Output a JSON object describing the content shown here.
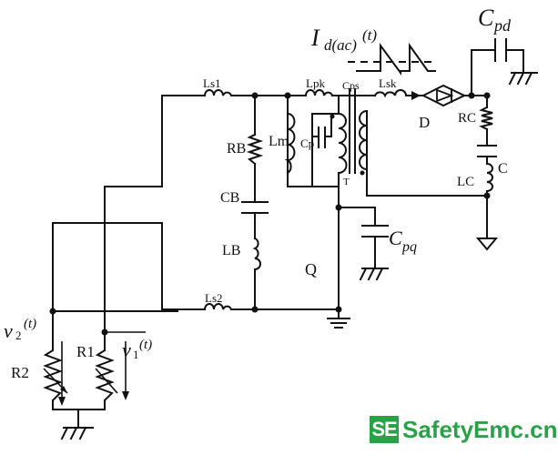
{
  "labels": {
    "i_d": "I",
    "i_d_sub": "d(ac)",
    "i_d_t": "(t)",
    "c_pd": "C",
    "c_pd_sub": "pd",
    "c_pq": "C",
    "c_pq_sub": "pq",
    "ls1": "Ls1",
    "lpk": "Lpk",
    "cps": "Cps",
    "lsk": "Lsk",
    "ls2": "Ls2",
    "rb": "RB",
    "cb": "CB",
    "lb": "LB",
    "lm": "Lm",
    "cp": "Cp",
    "t": "T",
    "q": "Q",
    "d": "D",
    "rc": "RC",
    "c": "C",
    "lc": "LC",
    "v2": "v",
    "v2_sub": "2",
    "v2_t": "(t)",
    "v1": "v",
    "v1_sub": "1",
    "v1_t": "(t)",
    "r1": "R1",
    "r2": "R2"
  },
  "brand": {
    "logo": "SE",
    "name": "SafetyEmc.cn",
    "color": "#27a346"
  }
}
